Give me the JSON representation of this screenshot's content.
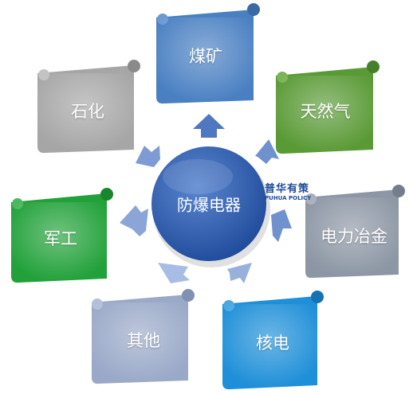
{
  "center": {
    "label": "防爆电器"
  },
  "watermark": {
    "cn": "普华有策",
    "en": "PUHUA POLICY"
  },
  "nodes": [
    {
      "id": "coal",
      "label": "煤矿",
      "color": "#4a80c2",
      "dark": "#3a6aa6"
    },
    {
      "id": "gas",
      "label": "天然气",
      "color": "#5a9a36",
      "dark": "#47802a"
    },
    {
      "id": "metal",
      "label": "电力冶金",
      "color": "#8c96a4",
      "dark": "#737d8b"
    },
    {
      "id": "nuclear",
      "label": "核电",
      "color": "#1e8fd8",
      "dark": "#1673b3"
    },
    {
      "id": "other",
      "label": "其他",
      "color": "#9aa9c8",
      "dark": "#8191b2"
    },
    {
      "id": "military",
      "label": "军工",
      "color": "#22a13a",
      "dark": "#19852d"
    },
    {
      "id": "petro",
      "label": "石化",
      "color": "#a6a6a6",
      "dark": "#8a8a8a"
    }
  ]
}
